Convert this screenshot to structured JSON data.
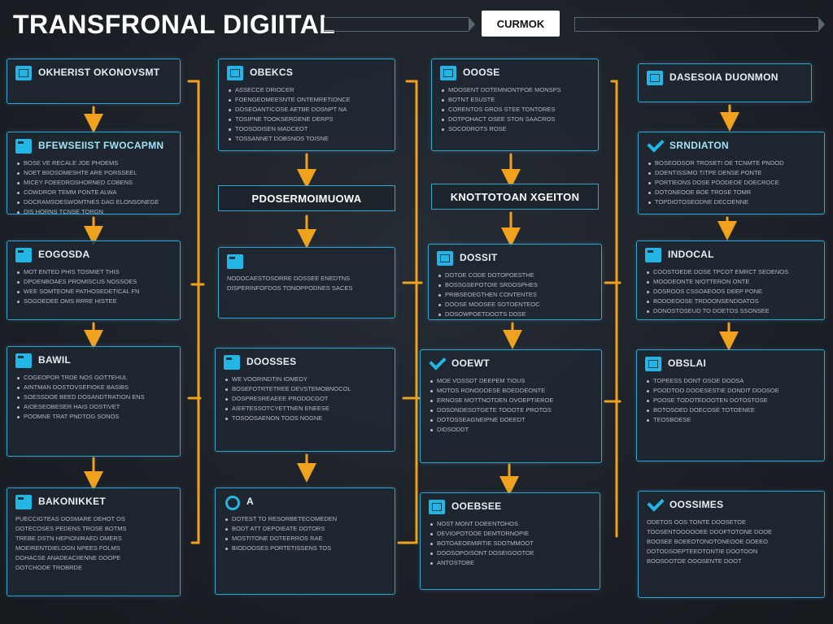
{
  "header": {
    "title": "TRANSFRONAL DIGIITAL",
    "badge": "CURMOK"
  },
  "colors": {
    "background": "#1d2229",
    "box_border": "#2fa6cf",
    "icon": "#23b5e5",
    "arrow": "#f0a21e"
  },
  "columns": [
    {
      "boxes": [
        {
          "title": "OKHERIST OKONOVSMT",
          "icon": "monitor-icon",
          "items": []
        },
        {
          "title": "BFEWSEIIST FWOCAPMN",
          "icon": "folder-icon",
          "items": [
            "BOSE VE RECALE JOE PHOEMS",
            "NOET BIIOSOMESHTE ARE PORSSEEL",
            "MICEY FOEEDROSHORNED COBENS",
            "COWDROR TEMM PONTE ALWA",
            "DOCRAMSOESWOMTNES DAG ELONSONEGE",
            "DIS HORNS TCNSE TORGN"
          ]
        },
        {
          "title": "EOGOSDA",
          "icon": "folder-icon",
          "items": [
            "MOT ENTED PHIS TOSMIET THIS",
            "DPOENBOAES PROMISCUS NOSSOES",
            "WEE SOMTEONE PATHOSEDETICAL FN",
            "SOGOEDEE OMS RRRE HISTEE"
          ]
        },
        {
          "title": "BAWIL",
          "icon": "folder-icon",
          "items": [
            "COGEOPOR TRDE NOS GOTTEHUL",
            "AINTMAN DOSTOVSEFIOKE BASIBS",
            "SOESSDOE BEED DOSANDTRATION ENS",
            "AIOESEOBESER HAIS DOSTIVET",
            "POOMNE TRAT PNDTOG SONOS"
          ]
        },
        {
          "title": "BAKONIKKET",
          "icon": "folder-icon",
          "plain": true,
          "items": [
            "PUECCIGTEAS DOSMARE DEHOT OS",
            "DOTECOSES PEDENS TROSE BOTMS",
            "TREBE DSTN HEPIONIRAED OMERS",
            "MOEIRENTDIELOGN NPEES FOLMS",
            "DOHACSE ANADEACIIENNE DOOPE",
            "DOTCHOOE TROBRDE"
          ]
        }
      ]
    },
    {
      "boxes": [
        {
          "title": "OBEKCS",
          "icon": "monitor-icon",
          "items": [
            "ASSECCE DRIOCER",
            "FOENGEOMEESNTE ONTEMRETIONCE",
            "DOSEOANTICOSE AETBE DOSNPT NA",
            "TOSIPNE TOOKSERGENE DERPS",
            "TOOSODISEN MADCEOT",
            "TOSSANNET DOBSNOS TOISNE"
          ]
        },
        {
          "label": "PDOSERMOIMUOWA"
        },
        {
          "title": "",
          "icon": "folder-icon",
          "plain": true,
          "items": [
            "NODOCAESTOSORRE DOSSEE ENEDTNS",
            "DISPERINFOFDOS TONOPPODNES SACES"
          ]
        },
        {
          "title": "DOOSSES",
          "icon": "folder-icon",
          "items": [
            "WE VOORINDTIN IOMEDY",
            "BOSEFOTRTETREE DEVSTEMOBNOCOL",
            "DOSPRESREAEEE PRODOCGOT",
            "AIEETESSOTCYETTNEN ENEESE",
            "TOSOOSAENON TOOS NOGNE"
          ]
        },
        {
          "title": "A",
          "icon": "magnify-icon",
          "items": [
            "DOTEST TO RESORBETECOMEDEN",
            "BODT ATT DEPOIEATE DOTORS",
            "MOSTITONE DOTEERROS RAE",
            "BIODOOSES PORTETISSENS TOS"
          ]
        }
      ]
    },
    {
      "boxes": [
        {
          "title": "OOOSE",
          "icon": "monitor-icon",
          "items": [
            "MOOSENT DOTEMNONTPOE MONSPS",
            "BOTNT ESUSTE",
            "CORENTOS GROS STEE TONTORES",
            "DOTPOHACT OSEE STON SAACROS",
            "SOCODROTS ROSE"
          ]
        },
        {
          "label": "KNOTTOTOAN XGEITON"
        },
        {
          "title": "DOSSIT",
          "icon": "monitor-icon",
          "items": [
            "DOTOE CODE DOTOPOESTHE",
            "BOSSGSEPOTOIE SRDOSPHES",
            "PRIBSEOEGTHEN CONTENTES",
            "DOOSE MOOSEE SOTOENTEOC",
            "DOSOWPOETDOOTS DOSE"
          ]
        },
        {
          "title": "OOEWT",
          "icon": "check-icon",
          "items": [
            "MOE VOSSDT DEEPEM TIOUS",
            "MOTOS RONODOESE BOEDOEONTE",
            "ERNOSE MOTTNOTDEN OVOEPTIEROE",
            "DOSONDESOTGETE TOOOTE PROTOS",
            "DOTOSSEAGNEIPNE DOEEDT",
            "DIDSODDT"
          ]
        },
        {
          "title": "OOEBSEE",
          "icon": "monitor-icon",
          "items": [
            "NOST MONT DOEENTOHOS",
            "DEVIOPOTOOE DEMTORNOPIE",
            "BOTOAEOEMIRTIE SDOTMMOOT",
            "DOOSOPOISONT DOSEIGOOTOE",
            "ANTOSTOBE"
          ]
        }
      ]
    },
    {
      "boxes": [
        {
          "title": "DASESOIA DUONMON",
          "icon": "monitor-icon",
          "items": []
        },
        {
          "title": "SRNDIATON",
          "icon": "check-icon",
          "items": [
            "BOSEOOSOR TROSETI OE TCNMTE PNDOD",
            "DOENTISSIMO TITPE DENSE PONTE",
            "PORTIEONS DOSE POODEOE DOECROCE",
            "DOTONEOOE BOE TROSE TOMR",
            "TOPDIOTOSEODNE DECOENNE"
          ]
        },
        {
          "title": "INDOCAL",
          "icon": "folder-icon",
          "items": [
            "COOSTOEDE DOSE TPCOT EMRCT SEOENOS",
            "MOODEONTE NIOTTERON ONTE",
            "DOSROOS CSSOAEOOS DEEP PONE",
            "BODOEOOSE TRDOONSENDOATOS",
            "DONOSTOSEUD TO DOETOS SSONSEE"
          ]
        },
        {
          "title": "OBSLAI",
          "icon": "monitor-icon",
          "items": [
            "TOPEESS DONT OSOE DOOSA",
            "POODTOO DOOESESTIE DONDIT DOOSOE",
            "POOSE TODOTEDOOTEN DOTOSTOSE",
            "BOTOSOED DOECOSE TOTOENEE",
            "TEOSBOESE"
          ]
        },
        {
          "title": "OOSSIMES",
          "icon": "check-icon",
          "plain": true,
          "items": [
            "ODETOS OOS TONTE DOOSETOE",
            "TOOSENTOOOOOEE DOOFTOTONE DOOE",
            "BOOSEE BOEEOTONOTONEOOE OOEEO",
            "DOTODSOEPTEEOTONTIE DOOTOON",
            "BOOSDOTOE OOOSENTE DOOT"
          ]
        }
      ]
    }
  ]
}
